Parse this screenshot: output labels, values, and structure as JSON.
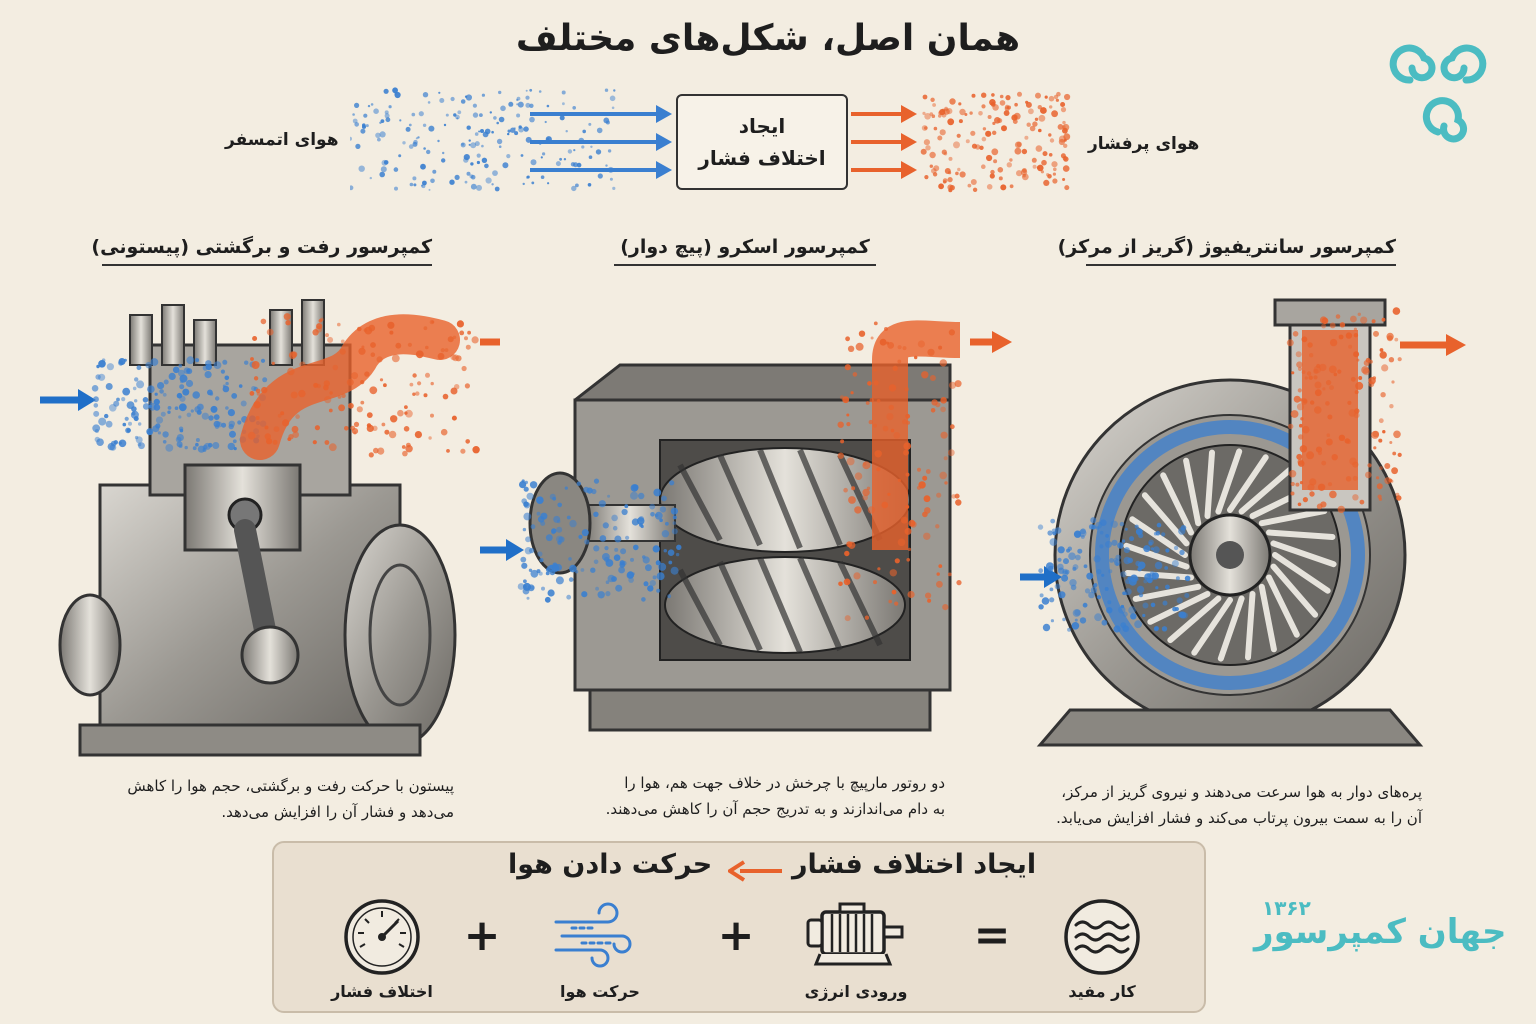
{
  "header": {
    "title": "همان اصل، شکل‌های مختلف"
  },
  "flow": {
    "left_label": "هوای اتمسفر",
    "right_label": "هوای پرفشار",
    "center_line1": "ایجاد",
    "center_line2": "اختلاف فشار"
  },
  "sections": [
    {
      "title": "کمپرسور رفت و برگشتی (پیستونی)",
      "desc_line1": "پیستون با حرکت رفت و برگشتی، حجم هوا را کاهش",
      "desc_line2": "می‌دهد و فشار آن را افزایش می‌دهد."
    },
    {
      "title": "کمپرسور اسکرو (پیچ دوار)",
      "desc_line1": "دو روتور مارپیچ با چرخش در خلاف جهت هم، هوا را",
      "desc_line2": "به دام می‌اندازند و به تدریج حجم آن را کاهش می‌دهند."
    },
    {
      "title": "کمپرسور سانتریفیوژ (گریز از مرکز)",
      "desc_line1": "پره‌های دوار به هوا سرعت می‌دهند و نیروی گریز از مرکز،",
      "desc_line2": "آن را به سمت بیرون پرتاب می‌کند و فشار افزایش می‌یابد."
    }
  ],
  "formula": {
    "head_left": "ایجاد اختلاف فشار",
    "head_right": "حرکت دادن هوا",
    "items": [
      {
        "label": "اختلاف فشار",
        "icon": "pressure-gauge-icon"
      },
      {
        "label": "حرکت هوا",
        "icon": "wind-icon"
      },
      {
        "label": "ورودی انرژی",
        "icon": "electric-motor-icon"
      },
      {
        "label": "کار مفید",
        "icon": "waves-icon"
      }
    ],
    "plus": "+",
    "equals": "="
  },
  "brand": {
    "name": "جهان کمپرسور",
    "year": "۱۳۶۲"
  },
  "colors": {
    "cold_air": "#3a7fd0",
    "hot_air": "#e8622c",
    "brand": "#4bbcc2",
    "panel": "#e9dfd0",
    "paper": "#f3ede1"
  }
}
